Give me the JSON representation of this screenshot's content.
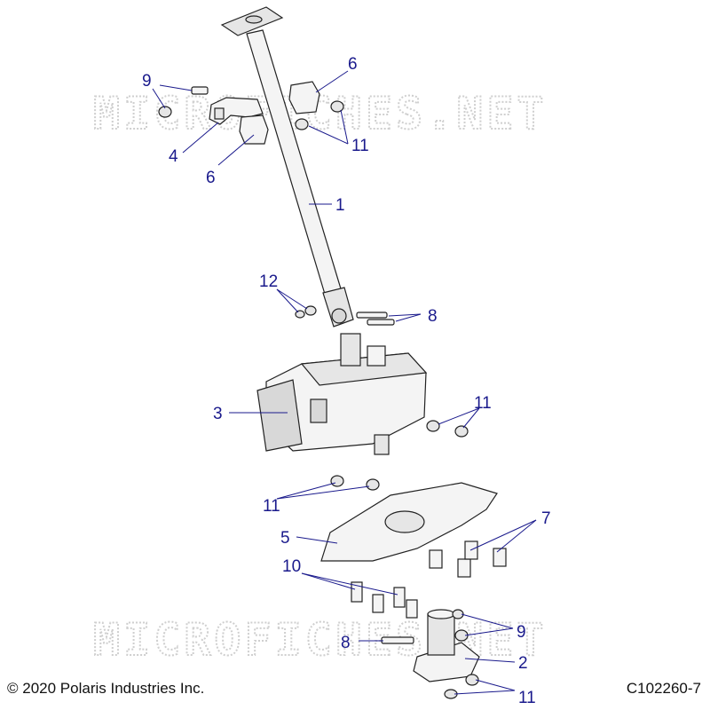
{
  "watermark": "MICROFICHES.NET",
  "callouts": [
    "1",
    "2",
    "3",
    "4",
    "5",
    "6",
    "6",
    "7",
    "8",
    "8",
    "9",
    "9",
    "10",
    "11",
    "11",
    "11",
    "11",
    "12"
  ],
  "footer": {
    "copyright": "© 2020 Polaris Industries Inc.",
    "drawing_number": "C102260-7"
  }
}
